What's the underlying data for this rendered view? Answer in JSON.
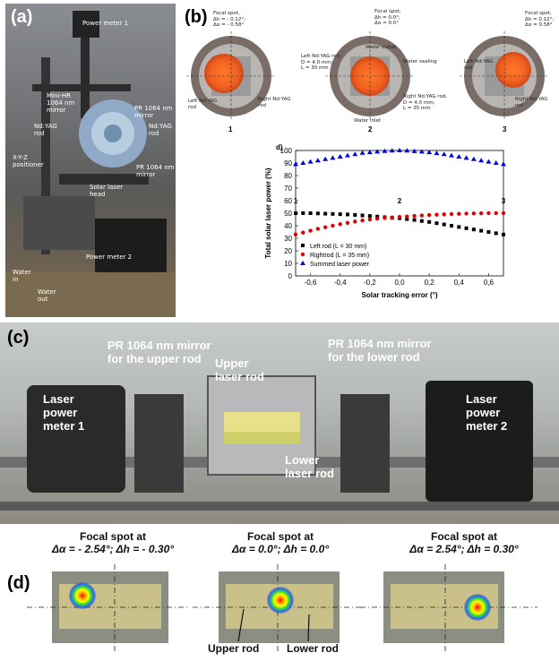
{
  "panel_a": {
    "letter": "(a)",
    "labels": {
      "power_meter_1": "Power meter 1",
      "mini_hr": "Mini-HR\n1064 nm\nmirror",
      "pr_top": "PR 1064 nm\nmirror",
      "ndyag_left": "Nd:YAG\nrod",
      "ndyag_right": "Nd:YAG\nrod",
      "xyz": "X-Y-Z\npositioner",
      "pr_bottom": "PR 1064 nm\nmirror",
      "solar_head": "Solar laser\nhead",
      "power_meter_2": "Power meter 2",
      "water_in": "Water\nin",
      "water_out": "Water\nout"
    }
  },
  "panel_b": {
    "letter": "(b)",
    "views": [
      {
        "num": "1",
        "spot": "Focal spot,\nΔh = - 0.12°;\nΔα = - 0.58°",
        "left": "Left Nd:YAG\nrod",
        "right": "Right Nd:YAG\nrod"
      },
      {
        "num": "2",
        "spot": "Focal spot,\nΔh = 0.0°;\nΔα = 0.0°",
        "left_rod": "Left Nd:YAG rod,\nD = 4.0 mm;\nL = 30 mm",
        "water_outlet": "Water outlet",
        "water_sealing": "Water sealing",
        "right_rod": "Right Nd:YAG rod,\nD = 4.0 mm;\nL = 35 mm",
        "water_inlet": "Water inlet"
      },
      {
        "num": "3",
        "spot": "Focal spot,\nΔh = 0.12°;\nΔα = 0.58°",
        "left": "Left Nd:YAG\nrod",
        "right": "Right Nd:YAG\nrod"
      }
    ]
  },
  "chart_data": {
    "type": "scatter",
    "panel_tag": "d)",
    "xlabel": "Solar tracking error (°)",
    "ylabel": "Total solar laser power (%)",
    "xlim": [
      -0.7,
      0.7
    ],
    "ylim": [
      0,
      100
    ],
    "xticks": [
      "-0,6",
      "-0,4",
      "-0,2",
      "0,0",
      "0,2",
      "0,4",
      "0,6"
    ],
    "xtick_values": [
      -0.6,
      -0.4,
      -0.2,
      0.0,
      0.2,
      0.4,
      0.6
    ],
    "yticks": [
      0,
      10,
      20,
      30,
      40,
      50,
      60,
      70,
      80,
      90,
      100
    ],
    "annotations": [
      {
        "text": "1",
        "x": -0.7
      },
      {
        "text": "2",
        "x": 0.0
      },
      {
        "text": "3",
        "x": 0.7
      }
    ],
    "legend_position": "bottom-left",
    "x": [
      -0.7,
      -0.65,
      -0.6,
      -0.55,
      -0.5,
      -0.45,
      -0.4,
      -0.35,
      -0.3,
      -0.25,
      -0.2,
      -0.15,
      -0.1,
      -0.05,
      0.0,
      0.05,
      0.1,
      0.15,
      0.2,
      0.25,
      0.3,
      0.35,
      0.4,
      0.45,
      0.5,
      0.55,
      0.6,
      0.65,
      0.7
    ],
    "series": [
      {
        "name": "Left rod (L = 30 mm)",
        "color": "#000000",
        "marker": "square",
        "values": [
          50,
          50,
          50,
          49.8,
          49.6,
          49.4,
          49.2,
          49,
          48.6,
          48.2,
          47.8,
          47.3,
          46.8,
          46.3,
          46,
          45.3,
          44.6,
          43.8,
          43,
          42,
          41,
          40,
          39,
          38,
          37,
          36,
          35,
          34,
          33
        ]
      },
      {
        "name": "Rightrod (L = 35 mm)",
        "color": "#e00000",
        "marker": "circle",
        "values": [
          33,
          34.5,
          36,
          37.5,
          38.8,
          40,
          41.2,
          42.3,
          43.3,
          44.2,
          45,
          45.6,
          46.2,
          46.6,
          47,
          47.4,
          47.8,
          48.2,
          48.5,
          48.8,
          49.1,
          49.3,
          49.5,
          49.7,
          49.8,
          49.9,
          50,
          50,
          50
        ]
      },
      {
        "name": "Summed laser power",
        "color": "#0000dd",
        "marker": "triangle",
        "values": [
          89,
          90,
          91,
          92,
          93,
          94,
          95,
          96,
          97,
          98,
          98.5,
          99,
          99.5,
          99.8,
          100,
          99.8,
          99.4,
          99,
          98.5,
          97.8,
          97,
          96,
          95,
          94,
          93,
          92,
          91,
          90,
          89
        ]
      }
    ]
  },
  "panel_c": {
    "letter": "(c)",
    "labels": {
      "pr_upper": "PR 1064 nm mirror\nfor the upper rod",
      "pr_lower": "PR 1064 nm mirror\nfor the lower rod",
      "upper_rod": "Upper\nlaser rod",
      "lower_rod": "Lower\nlaser rod",
      "meter1": "Laser\npower\nmeter 1",
      "meter2": "Laser\npower\nmeter 2"
    }
  },
  "panel_d": {
    "letter": "(d)",
    "captions": [
      {
        "title": "Focal spot at",
        "line": "Δα = - 2.54°; Δh = - 0.30°"
      },
      {
        "title": "Focal spot at",
        "line": "Δα = 0.0°; Δh = 0.0°"
      },
      {
        "title": "Focal spot at",
        "line": "Δα = 2.54°; Δh = 0.30°"
      }
    ],
    "upper_rod": "Upper rod",
    "lower_rod": "Lower rod"
  }
}
